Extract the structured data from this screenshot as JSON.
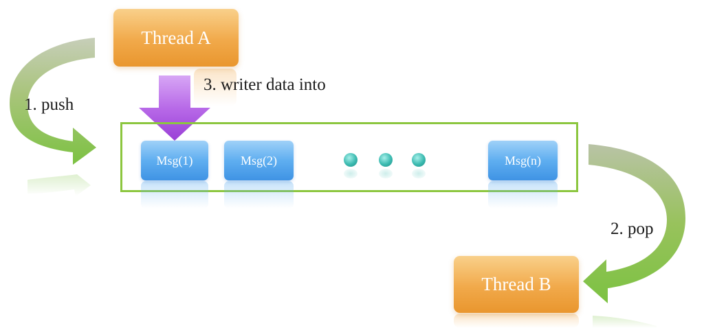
{
  "threads": {
    "a": {
      "label": "Thread A"
    },
    "b": {
      "label": "Thread B"
    }
  },
  "labels": {
    "push": "1. push",
    "pop": "2. pop",
    "write": "3. writer data into"
  },
  "queue": {
    "messages": [
      "Msg(1)",
      "Msg(2)",
      "Msg(n)"
    ],
    "ellipsis_dots": 3
  },
  "colors": {
    "thread": "#f1a94a",
    "message": "#5faef0",
    "queue_border": "#8cc63f",
    "curved_arrow": "#7cc242",
    "write_arrow": "#b86ae8",
    "dot": "#3bbab0"
  }
}
